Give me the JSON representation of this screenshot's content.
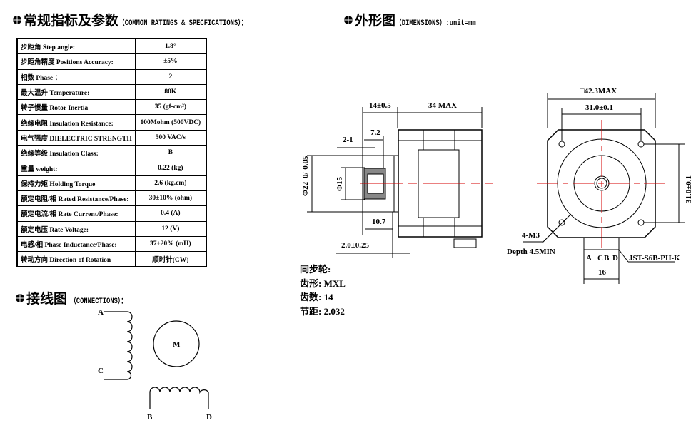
{
  "specs_section": {
    "title_cn": "常规指标及参数",
    "title_en": "（COMMON RATINGS & SPECFICATIONS）："
  },
  "specs": [
    {
      "label": "步距角 Step angle:",
      "value": "1.8°"
    },
    {
      "label": "步距角精度 Positions Accuracy:",
      "value": "±5%"
    },
    {
      "label": "相数 Phase ：",
      "value": "2"
    },
    {
      "label": "最大温升 Temperature:",
      "value": "80K"
    },
    {
      "label": "转子惯量 Rotor Inertia",
      "value": "35 (gf-cm²)"
    },
    {
      "label": "绝缘电阻 Insulation Resistance:",
      "value": "100Mohm (500VDC)"
    },
    {
      "label": "电气强度 DIELECTRIC STRENGTH",
      "value": "500 VAC/s"
    },
    {
      "label": "绝缘等级 Insulation Class:",
      "value": "B"
    },
    {
      "label": "重量 weight:",
      "value": "0.22 (kg)"
    },
    {
      "label": "保持力矩  Holding Torque",
      "value": "2.6 (kg.cm)"
    },
    {
      "label": "额定电阻/相 Rated Resistance/Phase:",
      "value": "30±10% (ohm)"
    },
    {
      "label": "额定电流/相 Rate Current/Phase:",
      "value": "0.4 (A)"
    },
    {
      "label": "额定电压 Rate Voltage:",
      "value": "12 (V)"
    },
    {
      "label": "电感/相 Phase Inductance/Phase:",
      "value": "37±20% (mH)"
    },
    {
      "label": "转动方向  Direction of Rotation",
      "value": "顺时针(CW)"
    }
  ],
  "dimensions_section": {
    "title_cn": "外形图",
    "title_en": "（DIMENSIONS）:unit=mm"
  },
  "side_view": {
    "d1": "14±0.5",
    "d2": "34 MAX",
    "d3": "7.2",
    "d4": "2-1",
    "d5": "Φ22",
    "d5_tol": "0/-0.05",
    "d6": "Φ15",
    "d7": "10.7",
    "d8": "2.0±0.25"
  },
  "front_view": {
    "d1": "□42.3MAX",
    "d2": "31.0±0.1",
    "d3": "31.0±0.1",
    "holes": "4-M3",
    "depth": "Depth 4.5MIN",
    "connector": "JST-S6B-PH-K",
    "pins": [
      "A",
      "C",
      "B",
      "D"
    ],
    "width": "16"
  },
  "pulley": {
    "title": "同步轮:",
    "tooth_profile": "齿形: MXL",
    "tooth_count": "齿数: 14",
    "pitch": "节距: 2.032"
  },
  "connections_section": {
    "title_cn": "接线图",
    "title_en": "（CONNECTIONS）：",
    "motor": "M",
    "leads": [
      "A",
      "C",
      "B",
      "D"
    ]
  },
  "colors": {
    "centerline": "#d40000"
  }
}
